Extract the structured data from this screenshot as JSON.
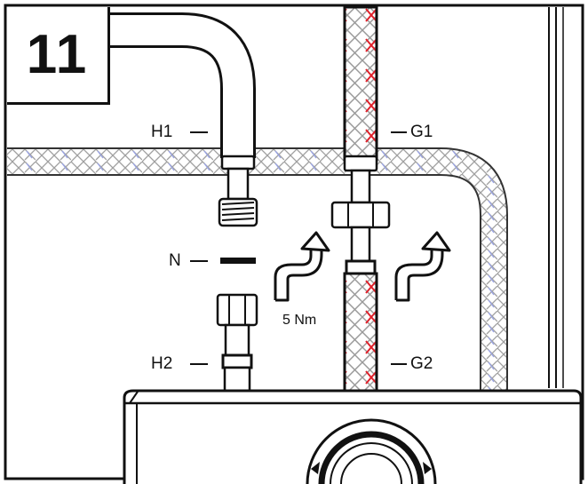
{
  "step": {
    "number": "11"
  },
  "labels": {
    "h1": "H1",
    "g1": "G1",
    "n": "N",
    "h2": "H2",
    "g2": "G2",
    "torque": "5 Nm"
  },
  "colors": {
    "line": "#111111",
    "braid_red": "#e0202a",
    "braid_blue": "#9aa4e6",
    "braid_gray": "#8a8a8a",
    "background": "#ffffff"
  },
  "icons": [
    "rotate-arrow-icon",
    "rotate-arrow-icon",
    "tightening-direction-icon"
  ]
}
